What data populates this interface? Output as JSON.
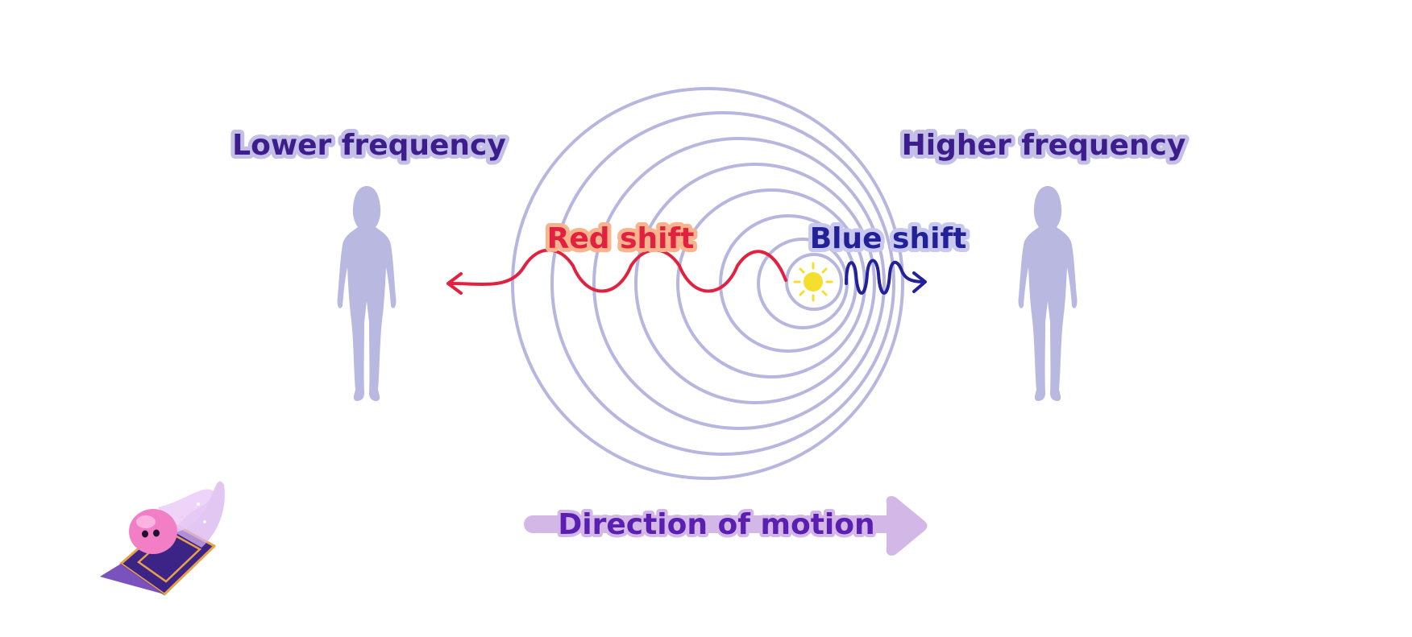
{
  "labels": {
    "lower": "Lower frequency",
    "higher": "Higher frequency",
    "red_shift": "Red shift",
    "blue_shift": "Blue shift",
    "direction": "Direction of motion"
  },
  "colors": {
    "label_text": "#3d1d8c",
    "label_glow": "#c4bfe6",
    "wavefront": "#b7b6df",
    "silhouette": "#b9b8e0",
    "red_wave": "#e1213f",
    "red_glow": "#f9b48d",
    "blue_wave": "#23219a",
    "blue_glow": "#c9c9f0",
    "sun": "#f5df2e",
    "motion_arrow": "#d3b7e6",
    "motion_text": "#5a1fb2"
  },
  "icons": {
    "source": "sun-icon",
    "observers": "person-silhouette-icon",
    "mascot": "blob-on-magic-carpet-icon"
  }
}
